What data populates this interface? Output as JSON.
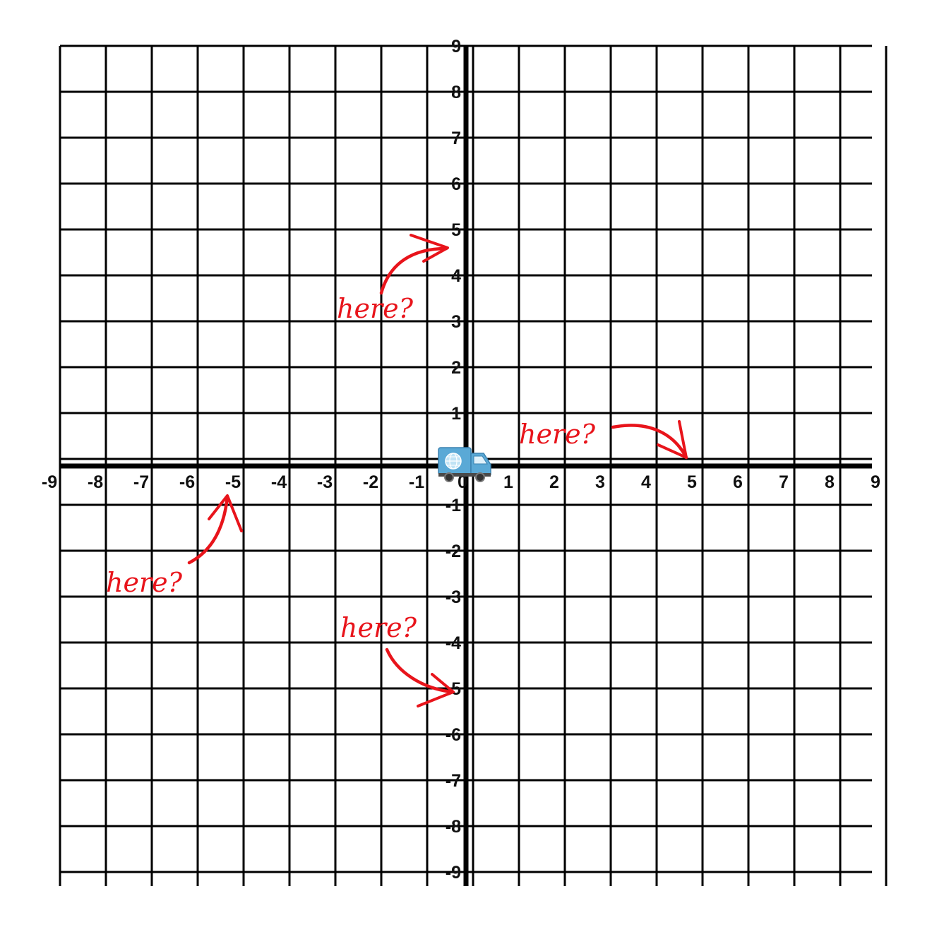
{
  "grid": {
    "x_min": -9,
    "x_max": 9,
    "y_min": -9,
    "y_max": 9,
    "x_ticks": [
      "-9",
      "-8",
      "-7",
      "-6",
      "-5",
      "-4",
      "-3",
      "-2",
      "-1",
      "0",
      "1",
      "2",
      "3",
      "4",
      "5",
      "6",
      "7",
      "8",
      "9"
    ],
    "y_ticks": [
      "9",
      "8",
      "7",
      "6",
      "5",
      "4",
      "3",
      "2",
      "1",
      "-1",
      "-2",
      "-3",
      "-4",
      "-5",
      "-6",
      "-7",
      "-8",
      "-9"
    ]
  },
  "truck": {
    "icon": "delivery-truck-icon",
    "x": 0,
    "y": 0,
    "color": "#5aa9d6"
  },
  "annotations": [
    {
      "text": "here?",
      "target": [
        0,
        5
      ]
    },
    {
      "text": "here?",
      "target": [
        5,
        0
      ]
    },
    {
      "text": "here?",
      "target": [
        -5,
        0
      ]
    },
    {
      "text": "here?",
      "target": [
        0,
        -5
      ]
    }
  ],
  "colors": {
    "grid": "#000000",
    "annotation": "#e8141b"
  }
}
